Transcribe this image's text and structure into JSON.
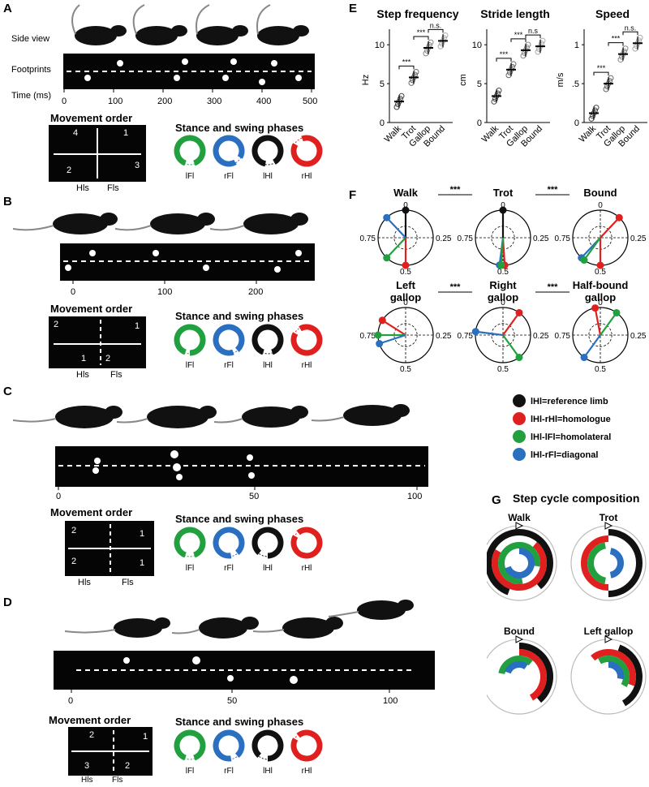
{
  "panels": {
    "A": {
      "letter": "A",
      "side_view": "Side view",
      "footprints": "Footprints",
      "time_label": "Time (ms)",
      "ticks": [
        "0",
        "100",
        "200",
        "300",
        "400",
        "500"
      ],
      "movement_title": "Movement order",
      "order_nums": [
        "4",
        "1",
        "2",
        "3"
      ],
      "hls": "Hls",
      "fls": "Fls",
      "phases_title": "Stance and swing phases",
      "rings": [
        "lFl",
        "rFl",
        "lHl",
        "rHl"
      ]
    },
    "B": {
      "letter": "B",
      "ticks": [
        "0",
        "100",
        "200"
      ],
      "movement_title": "Movement order",
      "order_nums": [
        "2",
        "1",
        "1",
        "2"
      ],
      "hls": "Hls",
      "fls": "Fls",
      "phases_title": "Stance and swing phases",
      "rings": [
        "lFl",
        "rFl",
        "lHl",
        "rHl"
      ]
    },
    "C": {
      "letter": "C",
      "ticks": [
        "0",
        "50",
        "100"
      ],
      "movement_title": "Movement order",
      "order_nums": [
        "2",
        "1",
        "2",
        "1"
      ],
      "hls": "Hls",
      "fls": "Fls",
      "phases_title": "Stance and swing phases",
      "rings": [
        "lFl",
        "rFl",
        "lHl",
        "rHl"
      ]
    },
    "D": {
      "letter": "D",
      "ticks": [
        "0",
        "50",
        "100"
      ],
      "movement_title": "Movement order",
      "order_nums": [
        "2",
        "1",
        "3",
        "2"
      ],
      "hls": "Hls",
      "fls": "Fls",
      "phases_title": "Stance and swing phases",
      "rings": [
        "lFl",
        "rFl",
        "lHl",
        "rHl"
      ]
    },
    "E": {
      "letter": "E"
    },
    "F": {
      "letter": "F",
      "polar_titles": [
        "Walk",
        "Trot",
        "Bound",
        "Left\ngallop",
        "Right\ngallop",
        "Half-bound\ngallop"
      ],
      "sig": "***",
      "axis_labels": {
        "top": "0",
        "right": "0.25",
        "bottom": "0.5",
        "left": "0.75"
      }
    },
    "G": {
      "letter": "G",
      "title": "Step cycle composition",
      "subtitles": [
        "Walk",
        "Trot",
        "Bound",
        "Left gallop"
      ]
    }
  },
  "legend": [
    {
      "label": "lHl=reference limb",
      "color": "#111111"
    },
    {
      "label": "lHl-rHl=homologue",
      "color": "#e0201f"
    },
    {
      "label": "lHl-lFl=homolateral",
      "color": "#22a040"
    },
    {
      "label": "lHl-rFl=diagonal",
      "color": "#2a6fc0"
    }
  ],
  "colors": {
    "lFl": "#22a040",
    "rFl": "#2a6fc0",
    "lHl": "#111111",
    "rHl": "#e0201f"
  },
  "chart_data": [
    {
      "type": "scatter",
      "title": "Step frequency",
      "ylabel": "Hz",
      "categories": [
        "Walk",
        "Trot",
        "Gallop",
        "Bound"
      ],
      "values": [
        2.7,
        5.8,
        9.6,
        10.5
      ],
      "ylim": [
        0,
        12
      ],
      "yticks": [
        0,
        5,
        10
      ],
      "significance": [
        "***",
        "***",
        "n.s."
      ]
    },
    {
      "type": "scatter",
      "title": "Stride length",
      "ylabel": "cm",
      "categories": [
        "Walk",
        "Trot",
        "Gallop",
        "Bound"
      ],
      "values": [
        3.4,
        6.8,
        9.3,
        9.8
      ],
      "ylim": [
        0,
        12
      ],
      "yticks": [
        0,
        5,
        10
      ],
      "significance": [
        "***",
        "***",
        "n.s"
      ]
    },
    {
      "type": "scatter",
      "title": "Speed",
      "ylabel": "m/s",
      "categories": [
        "Walk",
        "Trot",
        "Gallop",
        "Bound"
      ],
      "values": [
        0.12,
        0.5,
        0.88,
        1.02
      ],
      "ylim": [
        0,
        1.2
      ],
      "yticks": [
        0,
        0.5,
        1
      ],
      "ytick_labels": [
        "0",
        ".5",
        "1"
      ],
      "significance": [
        "***",
        "***",
        "n.s."
      ]
    }
  ]
}
